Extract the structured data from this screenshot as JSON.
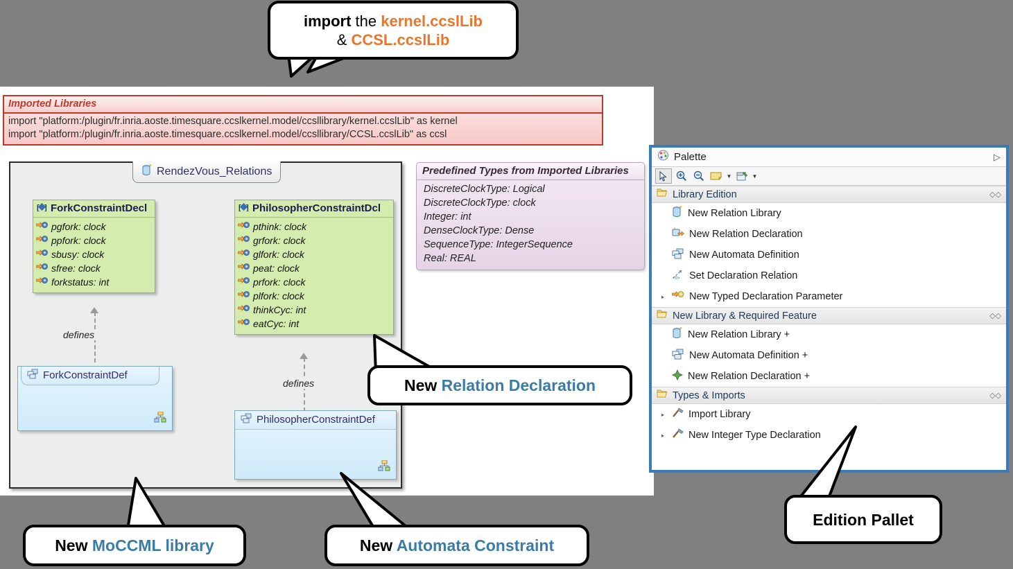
{
  "imported_libraries": {
    "title": "Imported Libraries",
    "lines": [
      "import \"platform:/plugin/fr.inria.aoste.timesquare.ccslkernel.model/ccsllibrary/kernel.ccslLib\" as kernel",
      "import \"platform:/plugin/fr.inria.aoste.timesquare.ccslkernel.model/ccsllibrary/CCSL.ccslLib\" as ccsl"
    ]
  },
  "diagram": {
    "tab_label": "RendezVous_Relations",
    "defines_label_1": "defines",
    "defines_label_2": "defines",
    "fork_decl": {
      "name": "ForkConstraintDecl",
      "stereotype": "[◆]",
      "attributes": [
        "pgfork: clock",
        "ppfork: clock",
        "sbusy: clock",
        "sfree: clock",
        "forkstatus: int"
      ]
    },
    "philosopher_decl": {
      "name": "PhilosopherConstraintDcl",
      "stereotype": "[◆]",
      "attributes": [
        "pthink: clock",
        "grfork: clock",
        "glfork: clock",
        "peat: clock",
        "prfork: clock",
        "plfork: clock",
        "thinkCyc: int",
        "eatCyc: int"
      ]
    },
    "fork_def": {
      "name": "ForkConstraintDef"
    },
    "philosopher_def": {
      "name": "PhilosopherConstraintDef"
    }
  },
  "predefined_types": {
    "title": "Predefined Types from Imported Libraries",
    "lines": [
      "DiscreteClockType: Logical",
      "DiscreteClockType: clock",
      "Integer: int",
      "DenseClockType: Dense",
      "SequenceType: IntegerSequence",
      "Real: REAL"
    ]
  },
  "palette": {
    "title": "Palette",
    "collapse_glyph": "▷",
    "toolbar": [
      {
        "name": "select-tool",
        "glyph": "➤"
      },
      {
        "name": "zoom-in-tool",
        "glyph": "+"
      },
      {
        "name": "zoom-out-tool",
        "glyph": "−"
      },
      {
        "name": "note-tool",
        "glyph": "note"
      },
      {
        "name": "note-attachment-tool",
        "glyph": "note-pin"
      }
    ],
    "drawers": [
      {
        "title": "Library Edition",
        "pin_glyph": "◇◇",
        "items": [
          {
            "label": "New Relation Library",
            "icon": "relation-library-icon",
            "expandable": false
          },
          {
            "label": "New Relation Declaration",
            "icon": "relation-declaration-icon",
            "expandable": false
          },
          {
            "label": "New Automata Definition",
            "icon": "automata-definition-icon",
            "expandable": false
          },
          {
            "label": "Set Declaration Relation",
            "icon": "set-declaration-relation-icon",
            "expandable": false
          },
          {
            "label": "New Typed Declaration Parameter",
            "icon": "typed-declaration-parameter-icon",
            "expandable": true
          }
        ]
      },
      {
        "title": "New Library & Required Feature",
        "pin_glyph": "◇◇",
        "items": [
          {
            "label": "New Relation Library +",
            "icon": "relation-library-icon",
            "expandable": false
          },
          {
            "label": "New Automata Definition +",
            "icon": "automata-definition-icon",
            "expandable": false
          },
          {
            "label": "New Relation Declaration +",
            "icon": "green-diamond-icon",
            "expandable": false
          }
        ]
      },
      {
        "title": "Types & Imports",
        "pin_glyph": "◇◇",
        "items": [
          {
            "label": "Import Library",
            "icon": "hammer-icon",
            "expandable": true
          },
          {
            "label": "New Integer Type Declaration",
            "icon": "hammer-icon",
            "expandable": true
          }
        ]
      }
    ]
  },
  "callouts": {
    "import": {
      "l1_bold": "import",
      "l1_plain": " the ",
      "l1_accent": "kernel.ccslLib",
      "l2_plain": "& ",
      "l2_accent": "CCSL.ccslLib"
    },
    "relation_declaration": {
      "bold": "New ",
      "accent": "Relation Declaration"
    },
    "moccml_library": {
      "bold": "New ",
      "accent": "MoCCML library"
    },
    "automata_constraint": {
      "bold": "New ",
      "accent": "Automata Constraint"
    },
    "edition_pallet": {
      "bold": "Edition Pallet"
    }
  },
  "colors": {
    "accent_orange": "#e8762c",
    "accent_blue": "#3a7ca5",
    "note_red": "#c0392b",
    "palette_border": "#3b7cb8",
    "decl_green": "#d4edaf",
    "def_blue": "#cfeafa"
  }
}
